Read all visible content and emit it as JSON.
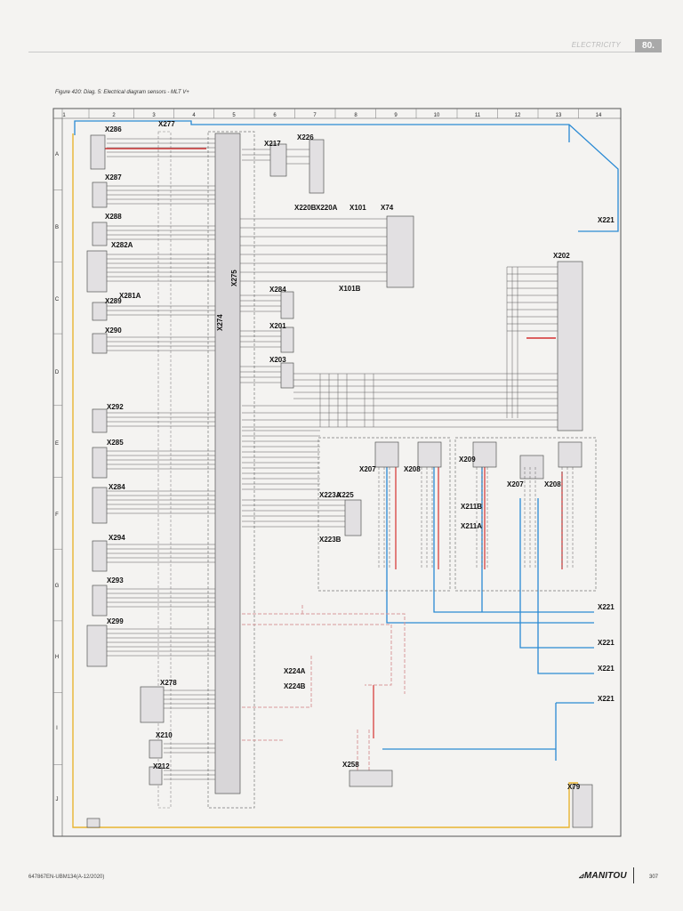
{
  "header": {
    "section": "ELECTRICITY",
    "tab": "80."
  },
  "figure": {
    "caption": "Figure 420: Diag. 5: Electrical diagram sensors - MLT V+"
  },
  "grid": {
    "columns": [
      "1",
      "2",
      "3",
      "4",
      "5",
      "6",
      "7",
      "8",
      "9",
      "10",
      "11",
      "12",
      "13",
      "14"
    ],
    "rows": [
      "A",
      "B",
      "C",
      "D",
      "E",
      "F",
      "G",
      "H",
      "I",
      "J"
    ]
  },
  "connectors": [
    {
      "id": "X286",
      "label": "X286"
    },
    {
      "id": "X277",
      "label": "X277"
    },
    {
      "id": "X217",
      "label": "X217"
    },
    {
      "id": "X226",
      "label": "X226"
    },
    {
      "id": "X287",
      "label": "X287"
    },
    {
      "id": "X288",
      "label": "X288"
    },
    {
      "id": "X220B",
      "label": "X220B"
    },
    {
      "id": "X220A",
      "label": "X220A"
    },
    {
      "id": "X101",
      "label": "X101"
    },
    {
      "id": "X74",
      "label": "X74"
    },
    {
      "id": "X221_a",
      "label": "X221"
    },
    {
      "id": "X282A",
      "label": "X282A"
    },
    {
      "id": "X202",
      "label": "X202"
    },
    {
      "id": "X101B",
      "label": "X101B"
    },
    {
      "id": "X281A",
      "label": "X281A"
    },
    {
      "id": "X289",
      "label": "X289"
    },
    {
      "id": "X284_c",
      "label": "X284"
    },
    {
      "id": "X290",
      "label": "X290"
    },
    {
      "id": "X201",
      "label": "X201"
    },
    {
      "id": "X203",
      "label": "X203"
    },
    {
      "id": "X274",
      "label": "X274"
    },
    {
      "id": "X275",
      "label": "X275"
    },
    {
      "id": "X292",
      "label": "X292"
    },
    {
      "id": "X285",
      "label": "X285"
    },
    {
      "id": "X207_a",
      "label": "X207"
    },
    {
      "id": "X208_a",
      "label": "X208"
    },
    {
      "id": "X209",
      "label": "X209"
    },
    {
      "id": "X207_b",
      "label": "X207"
    },
    {
      "id": "X208_b",
      "label": "X208"
    },
    {
      "id": "X284_f",
      "label": "X284"
    },
    {
      "id": "X223A",
      "label": "X223A"
    },
    {
      "id": "X225",
      "label": "X225"
    },
    {
      "id": "X211B",
      "label": "X211B"
    },
    {
      "id": "X211A",
      "label": "X211A"
    },
    {
      "id": "X223B",
      "label": "X223B"
    },
    {
      "id": "X294",
      "label": "X294"
    },
    {
      "id": "X293",
      "label": "X293"
    },
    {
      "id": "X221_b",
      "label": "X221"
    },
    {
      "id": "X299",
      "label": "X299"
    },
    {
      "id": "X221_c",
      "label": "X221"
    },
    {
      "id": "X221_d",
      "label": "X221"
    },
    {
      "id": "X224A",
      "label": "X224A"
    },
    {
      "id": "X224B",
      "label": "X224B"
    },
    {
      "id": "X278",
      "label": "X278"
    },
    {
      "id": "X221_e",
      "label": "X221"
    },
    {
      "id": "X210",
      "label": "X210"
    },
    {
      "id": "X212",
      "label": "X212"
    },
    {
      "id": "X258",
      "label": "X258"
    },
    {
      "id": "X79",
      "label": "X79"
    }
  ],
  "footer": {
    "doc_ref": "647867EN-UBM134(A-12/2020)",
    "brand": "MANITOU",
    "page": "307"
  },
  "colors": {
    "blue_wire": "#2a8ad4",
    "red_wire": "#d43030",
    "yellow_wire": "#e8b430",
    "pink_wire": "#d89a9a",
    "line": "#555555"
  }
}
